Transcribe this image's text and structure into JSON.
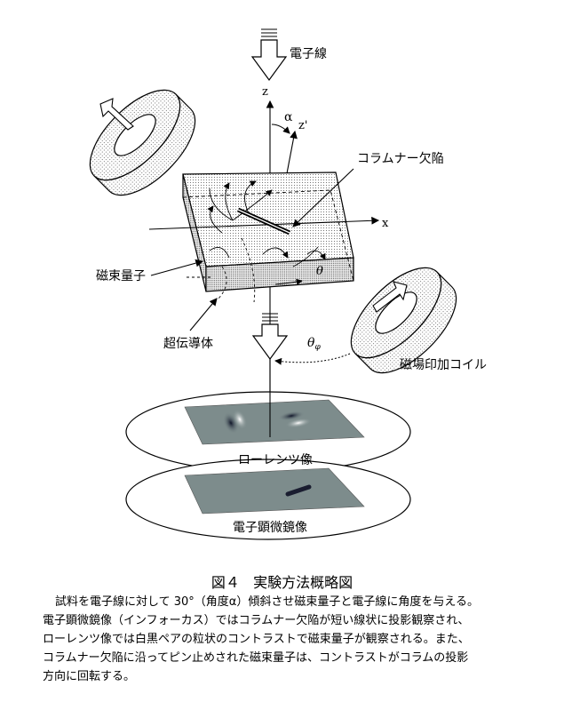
{
  "labels": {
    "beam": "電子線",
    "columnar_defect": "コラムナー欠陥",
    "flux_quantum": "磁束量子",
    "superconductor": "超伝導体",
    "coil": "磁場印加コイル",
    "lorentz_image": "ローレンツ像",
    "em_image": "電子顕微鏡像"
  },
  "axes": {
    "z": "z",
    "zprime": "z'",
    "x": "x",
    "alpha": "α",
    "theta": "θ",
    "theta_phi": "θ",
    "theta_phi_sub": "φ"
  },
  "figure": {
    "number": "図４",
    "title": "実験方法概略図"
  },
  "caption": [
    "試料を電子線に対して 30°（角度α）傾斜させ磁束量子と電子線に角度を与える。",
    "電子顕微鏡像（インフォーカス）ではコラムナー欠陥が短い線状に投影観察され、",
    "ローレンツ像では白黒ペアの粒状のコントラストで磁束量子が観察される。また、",
    "コラムナー欠陥に沿ってピン止めされた磁束量子は、コントラストがコラムの投影",
    "方向に回転する。"
  ],
  "colors": {
    "screen_fill": "#7d8c8c",
    "stipple": "#555555"
  }
}
